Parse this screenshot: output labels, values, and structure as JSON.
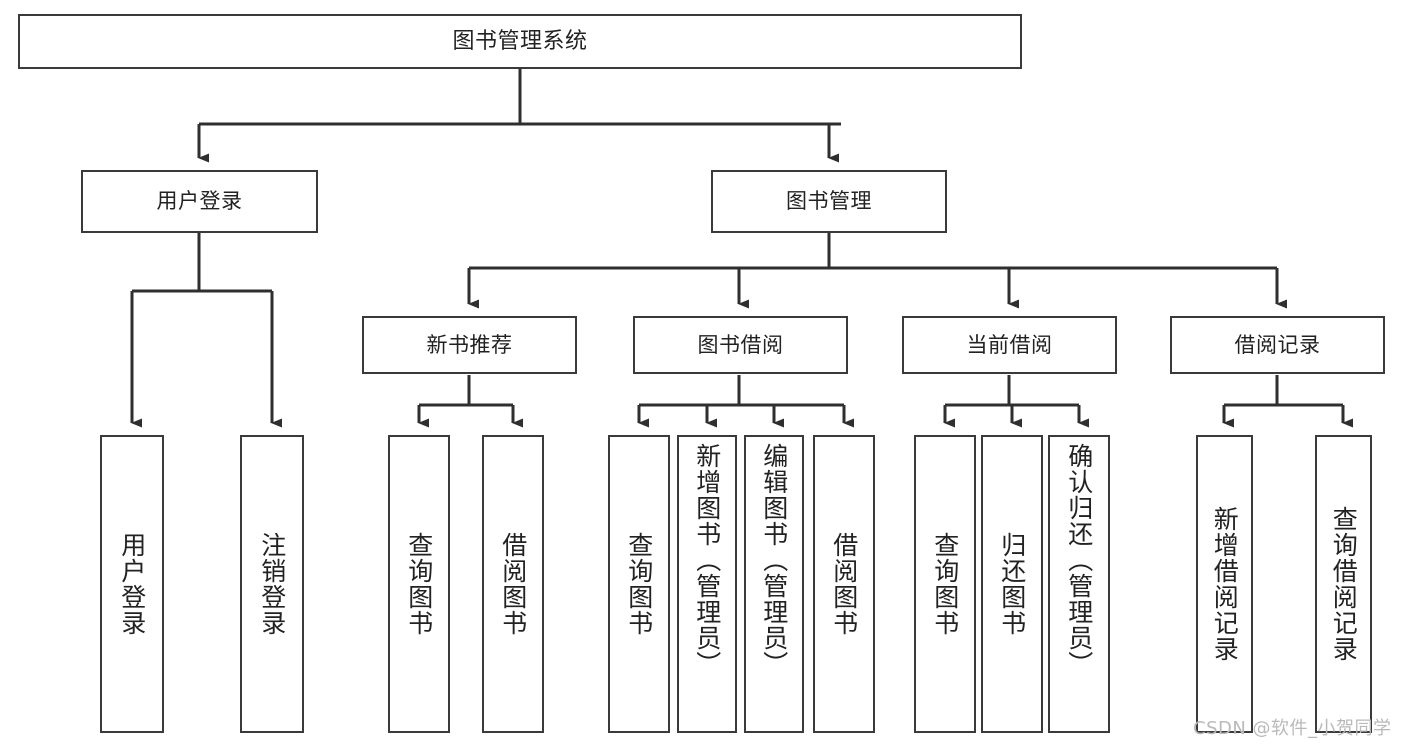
{
  "diagram": {
    "title": "图书管理系统",
    "type": "tree-hierarchy-chart",
    "watermark": "CSDN @软件_小贺同学",
    "colors": {
      "box_border": "#3a3a3a",
      "box_fill": "#ffffff",
      "edge": "#2f2f2f",
      "text": "#222222",
      "watermark": "#b9b9b9",
      "background": "#ffffff"
    },
    "nodes": {
      "root": {
        "label": "图书管理系统"
      },
      "level2": [
        {
          "label": "用户登录"
        },
        {
          "label": "图书管理"
        }
      ],
      "level3": [
        {
          "label": "新书推荐"
        },
        {
          "label": "图书借阅"
        },
        {
          "label": "当前借阅"
        },
        {
          "label": "借阅记录"
        }
      ],
      "leaves_user_login": [
        {
          "label": "用户登录"
        },
        {
          "label": "注销登录"
        }
      ],
      "leaves_new_book": [
        {
          "label": "查询图书"
        },
        {
          "label": "借阅图书"
        }
      ],
      "leaves_borrow": [
        {
          "label": "查询图书"
        },
        {
          "label": "新增图书（管理员）"
        },
        {
          "label": "编辑图书（管理员）"
        },
        {
          "label": "借阅图书"
        }
      ],
      "leaves_current": [
        {
          "label": "查询图书"
        },
        {
          "label": "归还图书"
        },
        {
          "label": "确认归还（管理员）"
        }
      ],
      "leaves_records": [
        {
          "label": "新增借阅记录"
        },
        {
          "label": "查询借阅记录"
        }
      ]
    }
  }
}
